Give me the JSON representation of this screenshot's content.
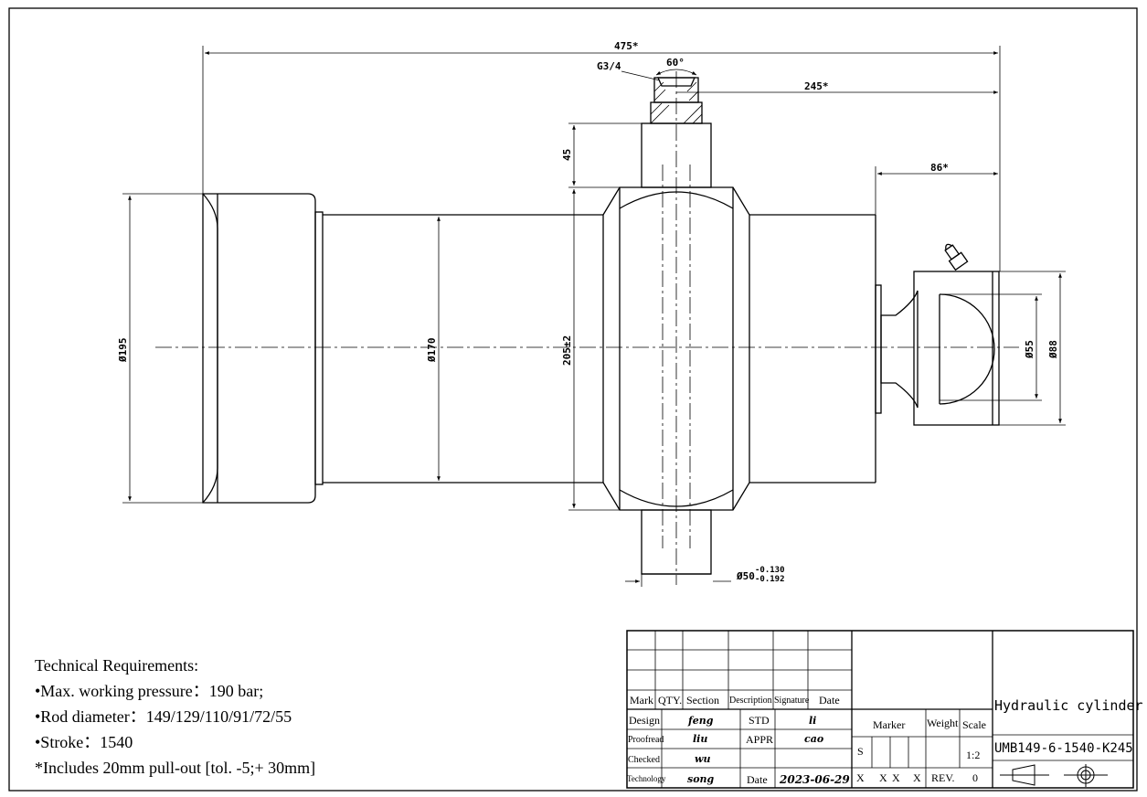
{
  "dimensions": {
    "overall_length": "475*",
    "port_thread": "G3/4",
    "port_angle": "60°",
    "port_to_end": "245*",
    "port_boss_height": "45",
    "eye_offset": "86*",
    "outer_diameter": "Ø195",
    "tube_diameter": "Ø170",
    "trunnion_span": "205±2",
    "eye_bore": "Ø55",
    "eye_outer": "Ø88",
    "trunnion_diameter": "Ø50",
    "trunnion_tol_upper": "-0.130",
    "trunnion_tol_lower": "-0.192"
  },
  "requirements": {
    "title": "Technical Requirements:",
    "items": [
      "•Max. working pressure：190 bar;",
      "•Rod diameter：149/129/110/91/72/55",
      "•Stroke：1540",
      "*Includes 20mm pull-out [tol. -5;+ 30mm]"
    ]
  },
  "title_block": {
    "headers": {
      "mark": "Mark",
      "qty": "QTY.",
      "section": "Section",
      "description": "Description",
      "signature": "Signature",
      "date": "Date"
    },
    "rows": {
      "design_label": "Design",
      "design_name": "feng",
      "std_label": "STD",
      "std_name": "li",
      "proofread_label": "Proofread",
      "proofread_name": "liu",
      "appr_label": "APPR",
      "appr_name": "cao",
      "checked_label": "Checked",
      "checked_name": "wu",
      "technology_label": "Technology",
      "technology_name": "song",
      "date_label": "Date",
      "date_value": "2023-06-29"
    },
    "marker_label": "Marker",
    "weight_label": "Weight",
    "scale_label": "Scale",
    "scale_value": "1:2",
    "s_label": "S",
    "x1": "X",
    "x2": "X",
    "x3": "X",
    "x4": "X",
    "rev_label": "REV.",
    "rev_value": "0",
    "product_name": "Hydraulic cylinder",
    "part_number": "UMB149-6-1540-K245"
  }
}
